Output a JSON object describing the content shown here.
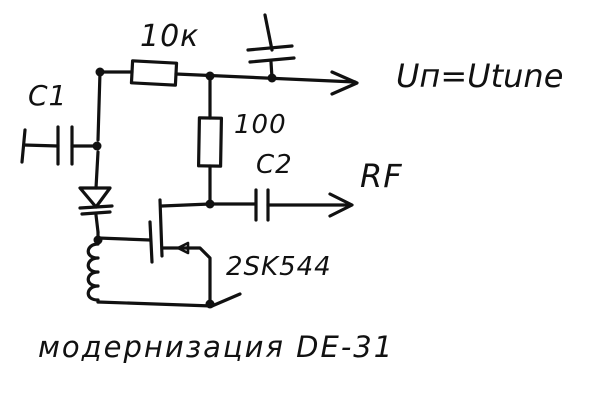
{
  "diagram": {
    "ink_color": "#111111",
    "background": "#ffffff",
    "labels": {
      "r1": "10к",
      "c1": "C1",
      "r2": "100",
      "c2": "C2",
      "output_tune": "Uп=Utune",
      "output_rf": "RF",
      "transistor": "2SK544",
      "caption": "модернизация DE-31"
    }
  }
}
